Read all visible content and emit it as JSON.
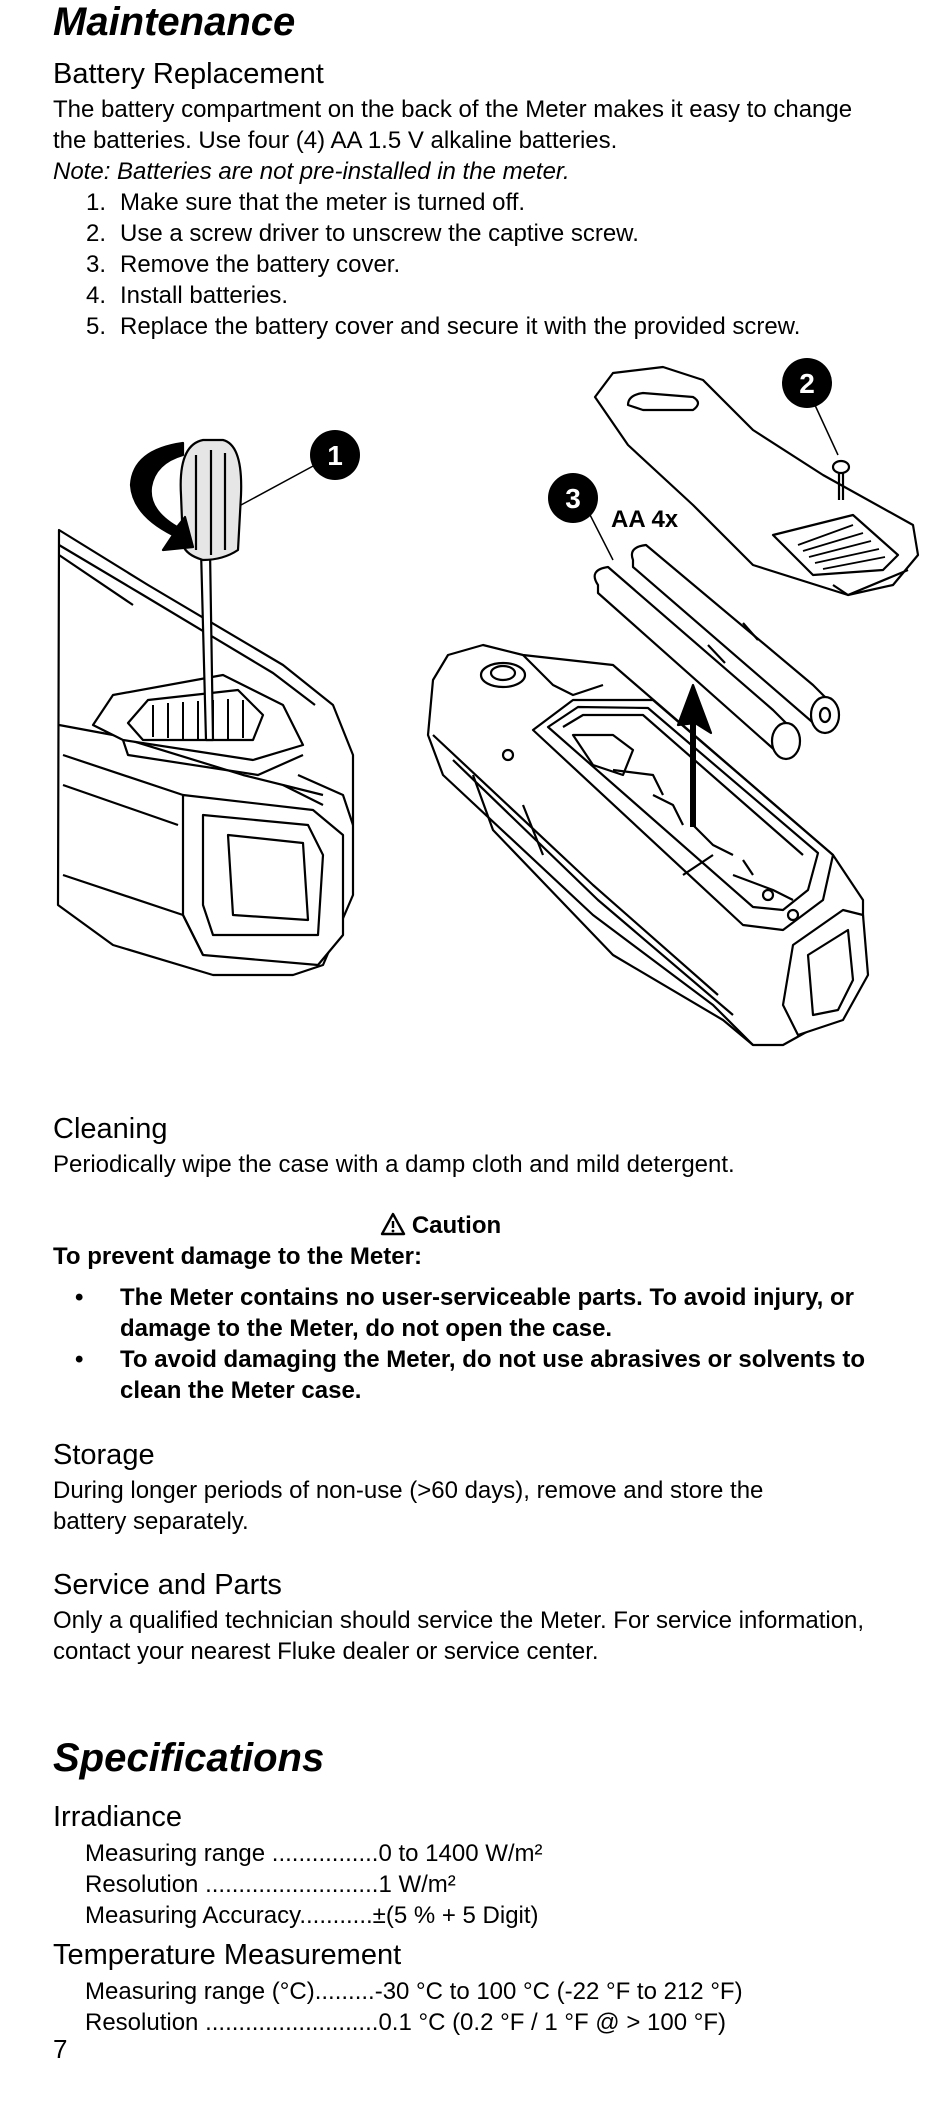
{
  "maintenance": {
    "title": "Maintenance",
    "battery": {
      "heading": "Battery Replacement",
      "intro_line1": "The battery compartment on the back of the Meter makes it easy to change",
      "intro_line2": "the batteries. Use four (4) AA 1.5 V alkaline batteries.",
      "note": "Note: Batteries are not pre-installed in the meter.",
      "steps": [
        {
          "num": "1.",
          "text": "Make sure that the meter is turned off."
        },
        {
          "num": "2.",
          "text": "Use a screw driver to unscrew the captive screw."
        },
        {
          "num": "3.",
          "text": "Remove the battery cover."
        },
        {
          "num": "4.",
          "text": "Install batteries."
        },
        {
          "num": "5.",
          "text": "Replace the battery cover and secure it with the provided screw."
        }
      ],
      "figure": {
        "callout_1": "1",
        "callout_2": "2",
        "callout_3": "3",
        "battery_label": "AA 4x"
      }
    },
    "cleaning": {
      "heading": "Cleaning",
      "text": "Periodically wipe the case with a damp cloth and mild detergent."
    },
    "caution": {
      "title": "Caution",
      "icon": "warning-triangle-icon",
      "lead": "To prevent damage to the Meter:",
      "bullets": [
        {
          "line1": "The Meter contains no user-serviceable parts. To avoid injury, or",
          "line2": "damage to the Meter, do not open the case."
        },
        {
          "line1": "To avoid damaging the Meter, do not use abrasives or solvents to",
          "line2": "clean the Meter case."
        }
      ]
    },
    "storage": {
      "heading": "Storage",
      "line1": "During longer periods of non-use (>60 days), remove and store the",
      "line2": "battery separately."
    },
    "service": {
      "heading": "Service and Parts",
      "line1": "Only a qualified technician should service the Meter. For service information,",
      "line2": "contact your nearest Fluke dealer or service center."
    }
  },
  "specifications": {
    "title": "Specifications",
    "irradiance": {
      "heading": "Irradiance",
      "rows": [
        "Measuring range ................0 to 1400 W/m²",
        "Resolution ..........................1 W/m²",
        "Measuring Accuracy...........±(5 % + 5 Digit)"
      ]
    },
    "temperature": {
      "heading": "Temperature Measurement",
      "rows": [
        "Measuring range (°C).........-30 °C to 100 °C (-22 °F to 212 °F)",
        "Resolution ..........................0.1 °C (0.2 °F / 1 °F @ > 100 °F)"
      ]
    }
  },
  "page_number": "7"
}
